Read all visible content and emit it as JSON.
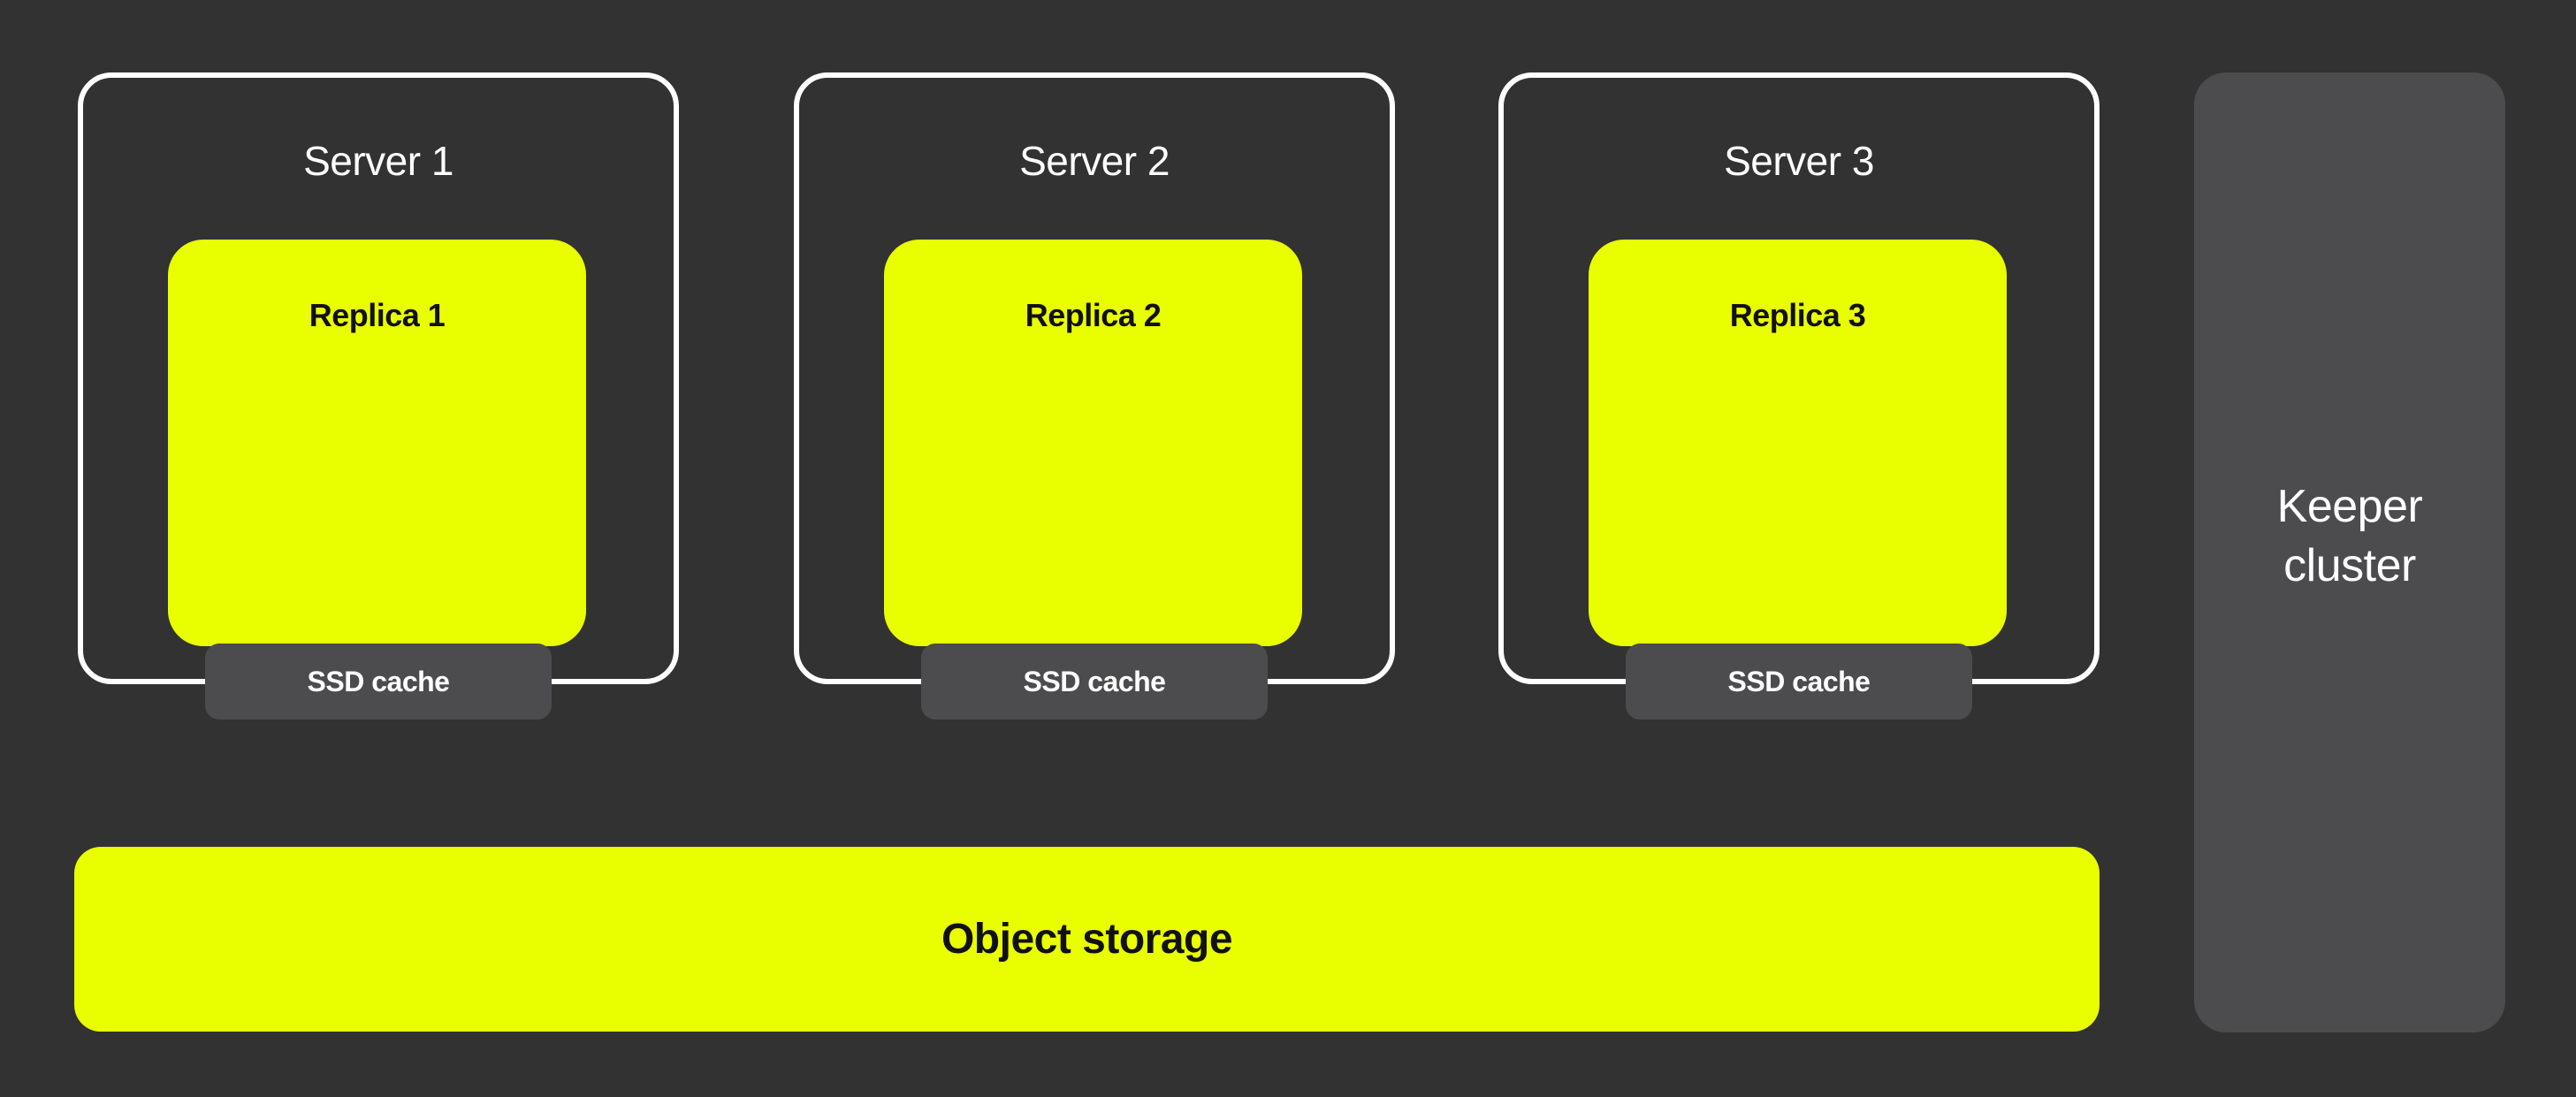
{
  "diagram": {
    "servers": [
      {
        "title": "Server 1",
        "replica": "Replica 1",
        "cache": "SSD cache"
      },
      {
        "title": "Server 2",
        "replica": "Replica 2",
        "cache": "SSD cache"
      },
      {
        "title": "Server 3",
        "replica": "Replica 3",
        "cache": "SSD cache"
      }
    ],
    "object_storage_label": "Object storage",
    "keeper_cluster": {
      "lines": [
        "Keeper",
        "cluster"
      ]
    },
    "colors": {
      "background": "#323233",
      "accent_yellow": "#E9FF00",
      "panel_gray": "#4C4C4F",
      "border_white": "#FFFFFF",
      "text_dark": "#111111",
      "text_light": "#FFFFFF"
    }
  }
}
